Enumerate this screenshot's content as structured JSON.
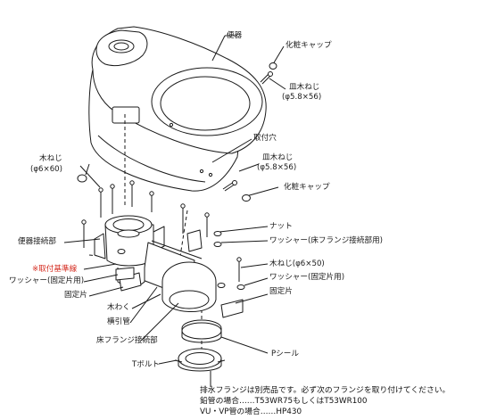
{
  "labels": {
    "toilet_body": "便器",
    "decorative_cap_top": "化粧キャップ",
    "flat_screw_top": "皿木ねじ",
    "flat_screw_top_size": "(φ5.8×56)",
    "mounting_hole": "取付穴",
    "flat_screw_bottom": "皿木ねじ",
    "flat_screw_bottom_size": "(φ5.8×56)",
    "decorative_cap_bottom": "化粧キャップ",
    "wood_screw_left": "木ねじ",
    "wood_screw_left_size": "(φ6×60)",
    "nut": "ナット",
    "washer_floor_flange": "ワッシャー(床フランジ接続部用)",
    "wood_screw_right": "木ねじ(φ6×50)",
    "washer_fixing_right": "ワッシャー(固定片用)",
    "fixing_piece_right": "固定片",
    "toilet_connection": "便器接続部",
    "mounting_reference_line": "※取付基準線",
    "washer_fixing_left": "ワッシャー(固定片用)",
    "fixing_piece_left": "固定片",
    "wood_frame": "木わく",
    "horizontal_pipe": "横引管",
    "floor_flange_connection": "床フランジ接続部",
    "p_seal": "Pシール",
    "t_bolt": "Tボルト"
  },
  "note": {
    "line1": "排水フランジは別売品です。必ず次のフランジを取り付けてください。",
    "line2": "鉛管の場合……T53WR75もしくはT53WR100",
    "line3": "VU・VP管の場合……HP430"
  },
  "colors": {
    "line": "#1a1a1a",
    "fill": "#ffffff",
    "accent": "#d42a1e"
  }
}
